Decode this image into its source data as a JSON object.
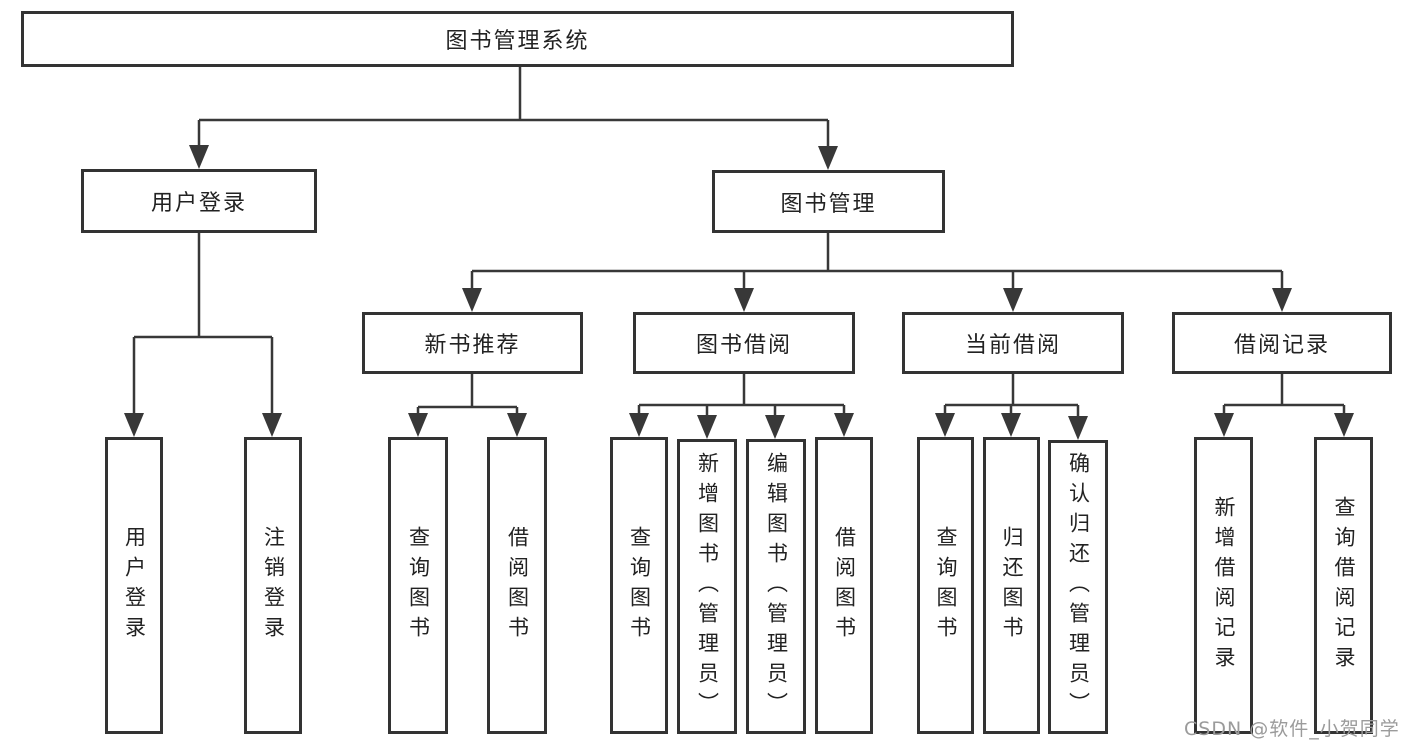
{
  "diagram": {
    "root": {
      "label": "图书管理系统"
    },
    "level2": {
      "user_login": {
        "label": "用户登录"
      },
      "book_mgmt": {
        "label": "图书管理"
      }
    },
    "level3": {
      "new_book_rec": {
        "label": "新书推荐"
      },
      "book_borrow": {
        "label": "图书借阅"
      },
      "current_borrow": {
        "label": "当前借阅"
      },
      "borrow_record": {
        "label": "借阅记录"
      }
    },
    "leaves": {
      "user_login": [
        "用户登录",
        "注销登录"
      ],
      "new_book_rec": [
        "查询图书",
        "借阅图书"
      ],
      "book_borrow": [
        "查询图书",
        "新增图书（管理员）",
        "编辑图书（管理员）",
        "借阅图书"
      ],
      "current_borrow": [
        "查询图书",
        "归还图书",
        "确认归还（管理员）"
      ],
      "borrow_record": [
        "新增借阅记录",
        "查询借阅记录"
      ]
    }
  },
  "colors": {
    "line": "#383838",
    "border": "#333333",
    "text": "#222222",
    "watermark": "#9b9b9b"
  },
  "watermark": "CSDN @软件_小贺同学"
}
